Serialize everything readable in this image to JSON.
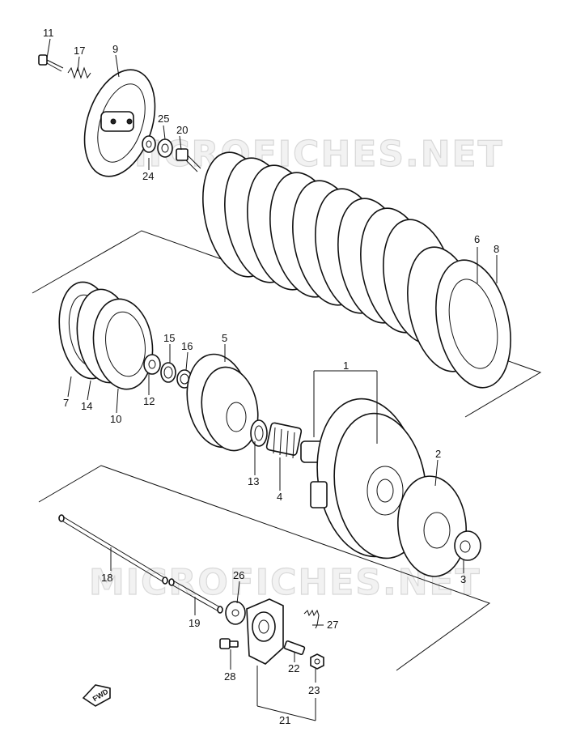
{
  "watermark": "MICROFICHES.NET",
  "fwd_label": "FWD",
  "callouts": [
    {
      "id": "1",
      "label": "1"
    },
    {
      "id": "2",
      "label": "2"
    },
    {
      "id": "3",
      "label": "3"
    },
    {
      "id": "4",
      "label": "4"
    },
    {
      "id": "5",
      "label": "5"
    },
    {
      "id": "6",
      "label": "6"
    },
    {
      "id": "7",
      "label": "7"
    },
    {
      "id": "8",
      "label": "8"
    },
    {
      "id": "9",
      "label": "9"
    },
    {
      "id": "10",
      "label": "10"
    },
    {
      "id": "11",
      "label": "11"
    },
    {
      "id": "12",
      "label": "12"
    },
    {
      "id": "13",
      "label": "13"
    },
    {
      "id": "14",
      "label": "14"
    },
    {
      "id": "15",
      "label": "15"
    },
    {
      "id": "16",
      "label": "16"
    },
    {
      "id": "17",
      "label": "17"
    },
    {
      "id": "18",
      "label": "18"
    },
    {
      "id": "19",
      "label": "19"
    },
    {
      "id": "20",
      "label": "20"
    },
    {
      "id": "21",
      "label": "21"
    },
    {
      "id": "22",
      "label": "22"
    },
    {
      "id": "23",
      "label": "23"
    },
    {
      "id": "24",
      "label": "24"
    },
    {
      "id": "25",
      "label": "25"
    },
    {
      "id": "26",
      "label": "26"
    },
    {
      "id": "27",
      "label": "27"
    },
    {
      "id": "28",
      "label": "28"
    }
  ]
}
